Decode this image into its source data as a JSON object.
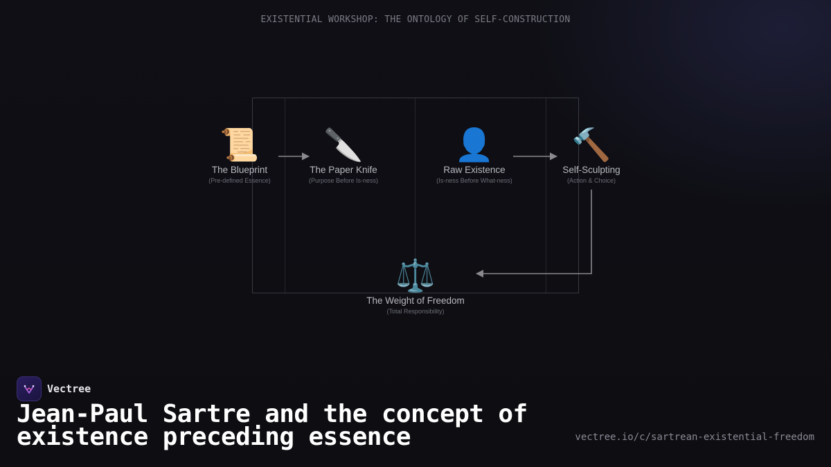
{
  "header": {
    "title": "EXISTENTIAL WORKSHOP: THE ONTOLOGY OF SELF-CONSTRUCTION"
  },
  "diagram": {
    "nodes": [
      {
        "icon": "📜",
        "icon_name": "scroll-icon",
        "label": "The Blueprint",
        "sub": "(Pre-defined Essence)"
      },
      {
        "icon": "🔪",
        "icon_name": "knife-icon",
        "label": "The Paper Knife",
        "sub": "(Purpose Before Is-ness)"
      },
      {
        "icon": "👤",
        "icon_name": "person-silhouette-icon",
        "label": "Raw Existence",
        "sub": "(Is-ness Before What-ness)"
      },
      {
        "icon": "🔨",
        "icon_name": "hammer-icon",
        "label": "Self-Sculpting",
        "sub": "(Action & Choice)"
      },
      {
        "icon": "⚖️",
        "icon_name": "scales-icon",
        "label": "The Weight of Freedom",
        "sub": "(Total Responsibility)"
      }
    ],
    "edges": [
      {
        "from": "The Blueprint",
        "to": "The Paper Knife"
      },
      {
        "from": "Raw Existence",
        "to": "Self-Sculpting"
      },
      {
        "from": "Self-Sculpting",
        "to": "The Weight of Freedom"
      }
    ],
    "colors": {
      "arrow": "#8a8a8f",
      "frame": "#3a3a42"
    }
  },
  "brand": {
    "name": "Vectree",
    "logo_icon": "vectree-logo-icon",
    "accent": "#7b4dd6"
  },
  "footer": {
    "title_line1": "Jean-Paul Sartre and the concept of",
    "title_line2": "existence preceding essence",
    "url": "vectree.io/c/sartrean-existential-freedom"
  }
}
